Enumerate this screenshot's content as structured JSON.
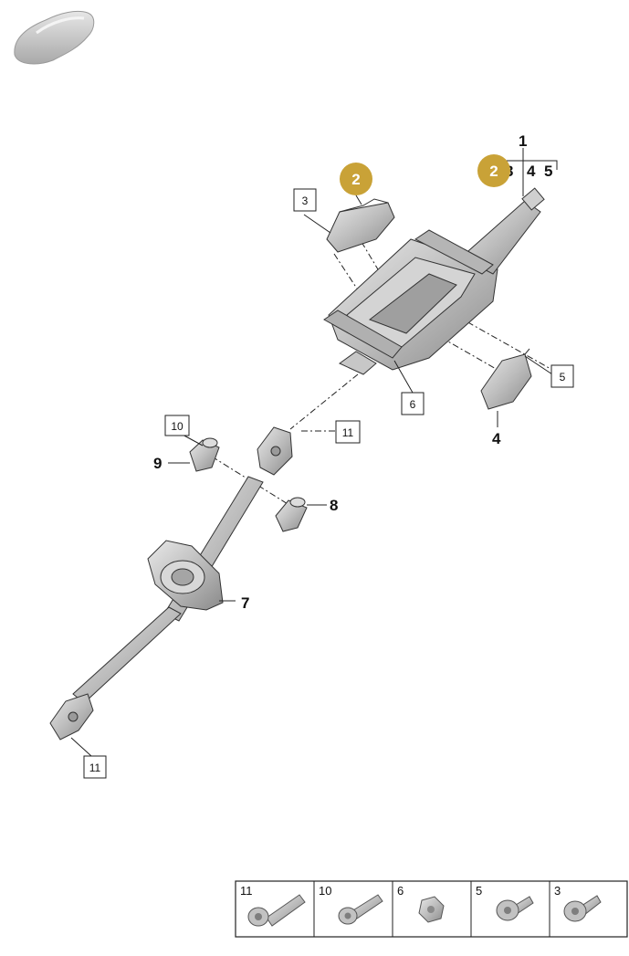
{
  "callouts": {
    "c1": "1",
    "c3_4_5": [
      "3",
      "4",
      "5"
    ],
    "gold_left": "2",
    "gold_right": "2",
    "box3": "3",
    "box5": "5",
    "label4": "4",
    "box6": "6",
    "box10": "10",
    "label9": "9",
    "box11_upper": "11",
    "label8": "8",
    "label7": "7",
    "box11_lower": "11"
  },
  "fastener_table": {
    "cells": [
      "11",
      "10",
      "6",
      "5",
      "3"
    ]
  },
  "colors": {
    "gold": "#C9A237",
    "part_fill": "#c9c9c9",
    "part_dark": "#8e8e8e"
  }
}
